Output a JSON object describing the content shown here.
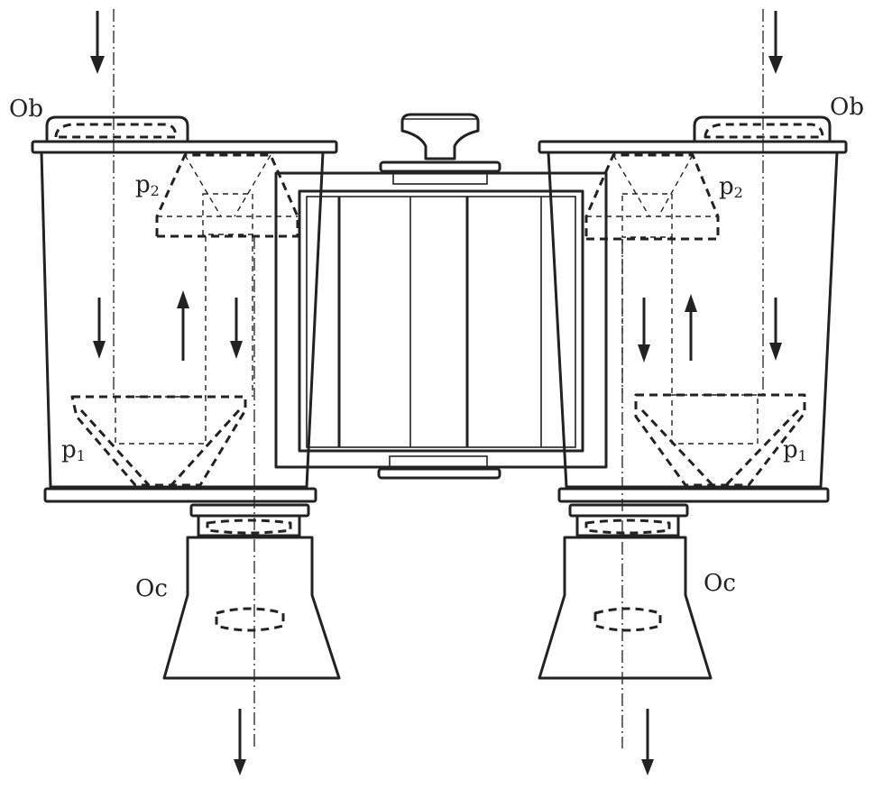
{
  "labels": {
    "objective_left": "Ob",
    "objective_right": "Ob",
    "prism2_left": "p",
    "prism2_left_sub": "2",
    "prism2_right": "p",
    "prism2_right_sub": "2",
    "prism1_left": "p",
    "prism1_left_sub": "1",
    "prism1_right": "p",
    "prism1_right_sub": "1",
    "ocular_left": "Oc",
    "ocular_right": "Oc"
  }
}
